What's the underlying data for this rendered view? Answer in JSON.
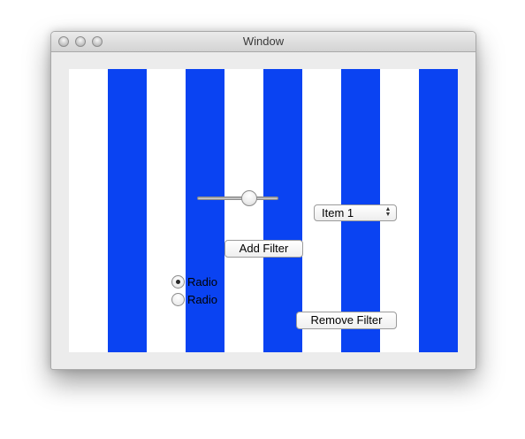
{
  "window": {
    "title": "Window",
    "buttons": [
      "close",
      "minimize",
      "zoom"
    ]
  },
  "background": {
    "stripe_color": "#0a43f2",
    "base_color": "#ffffff",
    "stripe_count": 5
  },
  "controls": {
    "slider": {
      "value": 0.68
    },
    "popup": {
      "selected": "Item 1",
      "arrows_icon": "up-down-arrows-icon"
    },
    "add_filter_label": "Add Filter",
    "remove_filter_label": "Remove Filter",
    "radios": [
      {
        "label": "Radio",
        "selected": true
      },
      {
        "label": "Radio",
        "selected": false
      }
    ]
  }
}
